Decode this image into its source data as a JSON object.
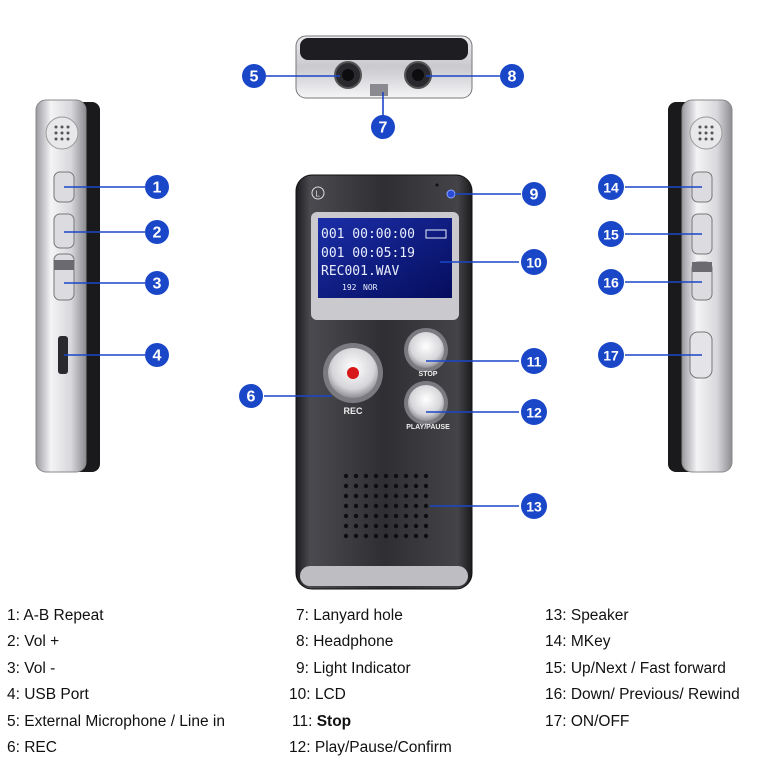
{
  "device": {
    "rec_button_label": "REC",
    "stop_button_label": "STOP",
    "play_button_label": "PLAY/PAUSE",
    "lcd": {
      "line1": "001 00:00:00",
      "line2": "001 00:05:19",
      "line3": "REC001.WAV",
      "status1": "192",
      "status2": "NOR"
    }
  },
  "callouts": [
    {
      "n": "1"
    },
    {
      "n": "2"
    },
    {
      "n": "3"
    },
    {
      "n": "4"
    },
    {
      "n": "5"
    },
    {
      "n": "6"
    },
    {
      "n": "7"
    },
    {
      "n": "8"
    },
    {
      "n": "9"
    },
    {
      "n": "10"
    },
    {
      "n": "11"
    },
    {
      "n": "12"
    },
    {
      "n": "13"
    },
    {
      "n": "14"
    },
    {
      "n": "15"
    },
    {
      "n": "16"
    },
    {
      "n": "17"
    }
  ],
  "legend": {
    "col1": [
      "1: A-B Repeat",
      "2: Vol +",
      "3: Vol -",
      "4: USB Port",
      "5: External Microphone / Line in",
      "6: REC"
    ],
    "col2": [
      "7: Lanyard hole",
      "8: Headphone",
      "9: Light Indicator",
      "10: LCD",
      "11: ",
      "12: Play/Pause/Confirm"
    ],
    "col2_bold": "Stop",
    "col3": [
      "13: Speaker",
      "14: MKey",
      "15: Up/Next / Fast forward",
      "16: Down/ Previous/ Rewind",
      "17: ON/OFF"
    ]
  },
  "colors": {
    "badge": "#1a47c8",
    "body": "#2c2c2f",
    "lcd": "#0b1a7a",
    "rec_dot": "#d81818"
  }
}
